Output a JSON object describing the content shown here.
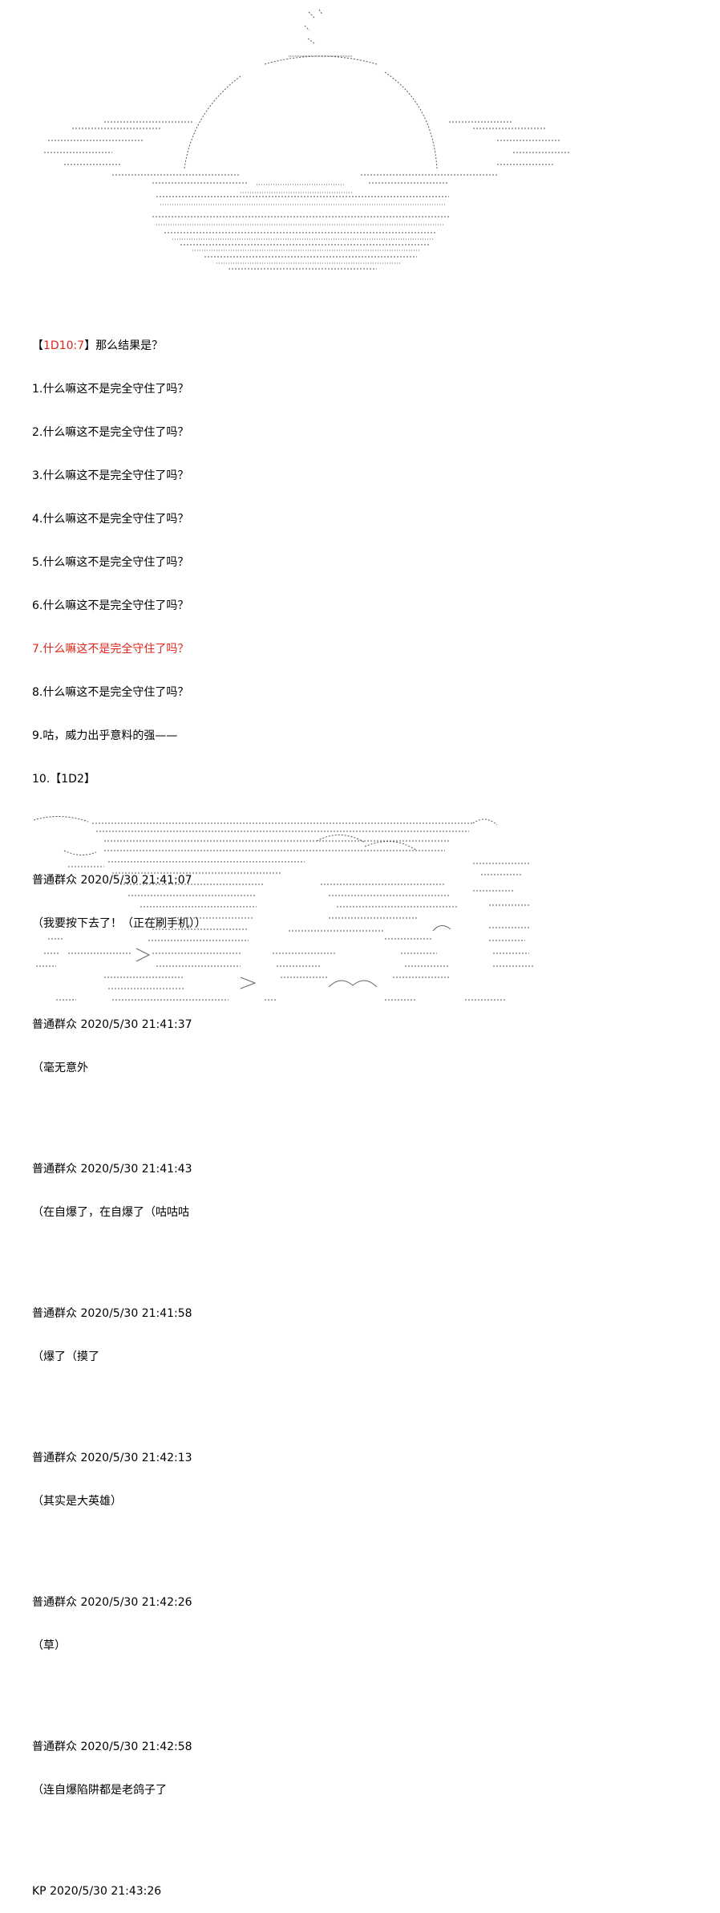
{
  "result_header": {
    "roll": "1D10:7",
    "open": "【",
    "close": "】",
    "question": "那么结果是？"
  },
  "options": [
    {
      "num": "1.",
      "text": "什么嘛这不是完全守住了吗？",
      "highlight": false
    },
    {
      "num": "2.",
      "text": "什么嘛这不是完全守住了吗？",
      "highlight": false
    },
    {
      "num": "3.",
      "text": "什么嘛这不是完全守住了吗？",
      "highlight": false
    },
    {
      "num": "4.",
      "text": "什么嘛这不是完全守住了吗？",
      "highlight": false
    },
    {
      "num": "5.",
      "text": "什么嘛这不是完全守住了吗？",
      "highlight": false
    },
    {
      "num": "6.",
      "text": "什么嘛这不是完全守住了吗？",
      "highlight": false
    },
    {
      "num": "7.",
      "text": "什么嘛这不是完全守住了吗？",
      "highlight": true
    },
    {
      "num": "8.",
      "text": "什么嘛这不是完全守住了吗？",
      "highlight": false
    },
    {
      "num": "9.",
      "text": "咕，威力出乎意料的强——",
      "highlight": false
    },
    {
      "num": "10.",
      "text": "【1D2】",
      "highlight": false
    }
  ],
  "comments": [
    {
      "author": "普通群众",
      "time": "2020/5/30 21:41:07",
      "text": "（我要按下去了！（正在刷手机））"
    },
    {
      "author": "普通群众",
      "time": "2020/5/30 21:41:37",
      "text": "（毫无意外"
    },
    {
      "author": "普通群众",
      "time": "2020/5/30 21:41:43",
      "text": "（在自爆了，在自爆了（咕咕咕"
    },
    {
      "author": "普通群众",
      "time": "2020/5/30 21:41:58",
      "text": "（爆了（摸了"
    },
    {
      "author": "普通群众",
      "time": "2020/5/30 21:42:13",
      "text": "（其实是大英雄）"
    },
    {
      "author": "普通群众",
      "time": "2020/5/30 21:42:26",
      "text": "（草）"
    },
    {
      "author": "普通群众",
      "time": "2020/5/30 21:42:58",
      "text": "（连自爆陷阱都是老鸽子了"
    }
  ],
  "kp_line": {
    "author": "KP",
    "time": "2020/5/30 21:43:26"
  },
  "colors": {
    "highlight": "#e0261a",
    "text": "#000000",
    "art": "#555555"
  }
}
